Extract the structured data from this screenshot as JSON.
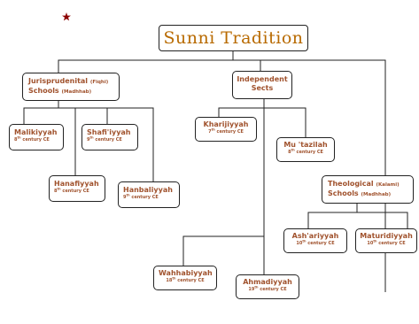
{
  "title": "Sunni Tradition",
  "logo": {
    "icon": "crescent-star-icon",
    "color": "#8b0000"
  },
  "colors": {
    "text": "#a0522d",
    "title": "#b86a00",
    "line": "#222222"
  },
  "nodes": {
    "jurisprudential": {
      "name": "Jurisprudenital",
      "qualifier": "(Fiqhi)",
      "name2": "Schools",
      "qualifier2": "(Madhhab)"
    },
    "independent": {
      "line1": "Independent",
      "line2": "Sects"
    },
    "maliki": {
      "name": "Malikiyyah",
      "century_num": "8",
      "century_sup": "th",
      "century_rest": " century CE"
    },
    "shafii": {
      "name": "Shafi'iyyah",
      "century_num": "9",
      "century_sup": "th",
      "century_rest": " century CE"
    },
    "hanafi": {
      "name": "Hanafiyyah",
      "century_num": "8",
      "century_sup": "th",
      "century_rest": " century CE"
    },
    "hanbali": {
      "name": "Hanbaliyyah",
      "century_num": "9",
      "century_sup": "th",
      "century_rest": " century CE"
    },
    "khariji": {
      "name": "Kharijiyyah",
      "century_num": "7",
      "century_sup": "th",
      "century_rest": " century CE"
    },
    "mutazila": {
      "name": "Mu 'tazilah",
      "century_num": "8",
      "century_sup": "th",
      "century_rest": " century CE"
    },
    "theological": {
      "name": "Theological",
      "qualifier": "(Kalami)",
      "name2": "Schools",
      "qualifier2": "(Madhhab)"
    },
    "ashari": {
      "name": "Ash'ariyyah",
      "century_num": "10",
      "century_sup": "th",
      "century_rest": " century CE"
    },
    "maturidi": {
      "name": "Maturidiyyah",
      "century_num": "10",
      "century_sup": "th",
      "century_rest": " century CE"
    },
    "wahhabi": {
      "name": "Wahhabiyyah",
      "century_num": "18",
      "century_sup": "th",
      "century_rest": " century CE"
    },
    "ahmadi": {
      "name": "Ahmadiyyah",
      "century_num": "19",
      "century_sup": "th",
      "century_rest": " century CE"
    }
  }
}
